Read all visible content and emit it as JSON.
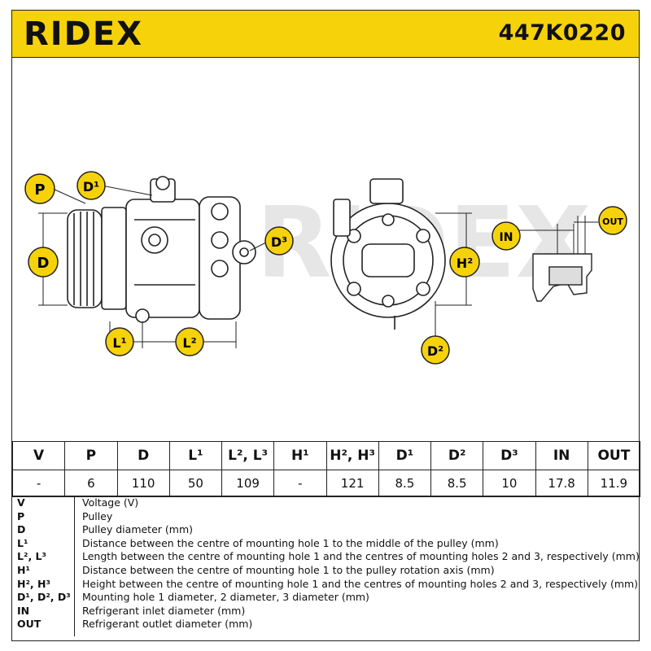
{
  "header": {
    "brand": "RIDEX",
    "part_number": "447K0220"
  },
  "drawing": {
    "watermark": "RIDEX",
    "labels": {
      "P": "P",
      "D1": "D¹",
      "D": "D",
      "D3": "D³",
      "L1": "L¹",
      "L2": "L²",
      "H2": "H²",
      "D2": "D²",
      "IN": "IN",
      "OUT": "OUT"
    }
  },
  "table": {
    "headers": [
      "V",
      "P",
      "D",
      "L¹",
      "L², L³",
      "H¹",
      "H², H³",
      "D¹",
      "D²",
      "D³",
      "IN",
      "OUT"
    ],
    "values": [
      "-",
      "6",
      "110",
      "50",
      "109",
      "-",
      "121",
      "8.5",
      "8.5",
      "10",
      "17.8",
      "11.9"
    ]
  },
  "legend": [
    {
      "key": "V",
      "desc": "Voltage (V)"
    },
    {
      "key": "P",
      "desc": "Pulley"
    },
    {
      "key": "D",
      "desc": "Pulley diameter (mm)"
    },
    {
      "key": "L¹",
      "desc": "Distance between the centre of mounting hole 1 to the middle of the pulley (mm)"
    },
    {
      "key": "L², L³",
      "desc": "Length between the centre of mounting hole 1 and the centres of mounting holes 2 and 3, respectively (mm)"
    },
    {
      "key": "H¹",
      "desc": "Distance between the centre of mounting hole 1 to the pulley rotation axis (mm)"
    },
    {
      "key": "H², H³",
      "desc": "Height between the centre of mounting hole 1 and the centres of mounting holes 2 and 3, respectively (mm)"
    },
    {
      "key": "D¹, D², D³",
      "desc": "Mounting hole 1 diameter, 2 diameter, 3 diameter (mm)"
    },
    {
      "key": "IN",
      "desc": "Refrigerant inlet diameter (mm)"
    },
    {
      "key": "OUT",
      "desc": "Refrigerant outlet diameter (mm)"
    }
  ],
  "colors": {
    "brand_yellow": "#f6d20a",
    "label_yellow": "#f6d20a",
    "line": "#222222"
  }
}
